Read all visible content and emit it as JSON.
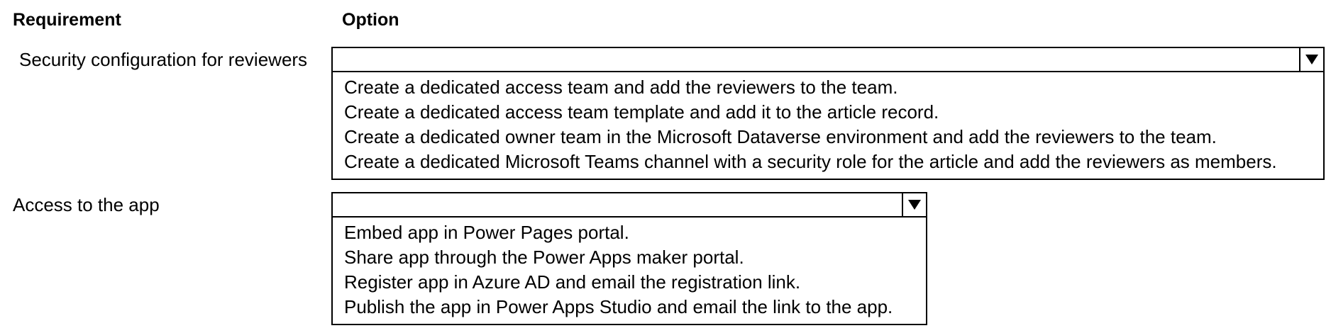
{
  "headers": {
    "requirement": "Requirement",
    "option": "Option"
  },
  "rows": [
    {
      "requirement": "Security configuration for reviewers",
      "arrow_icon": "triangle-down-icon",
      "options": [
        "Create a dedicated access team and add the reviewers to the team.",
        "Create a dedicated access team template and add it to the article record.",
        "Create a dedicated owner team in the Microsoft Dataverse environment and add the reviewers to the team.",
        "Create a dedicated Microsoft Teams channel with a security role for the article and add the reviewers as members."
      ]
    },
    {
      "requirement": "Access to the app",
      "arrow_icon": "triangle-down-icon",
      "options": [
        "Embed app in Power Pages portal.",
        "Share app through the Power Apps maker portal.",
        "Register app in Azure AD and email the registration link.",
        "Publish the app in Power Apps Studio and email the link to the app."
      ]
    }
  ]
}
